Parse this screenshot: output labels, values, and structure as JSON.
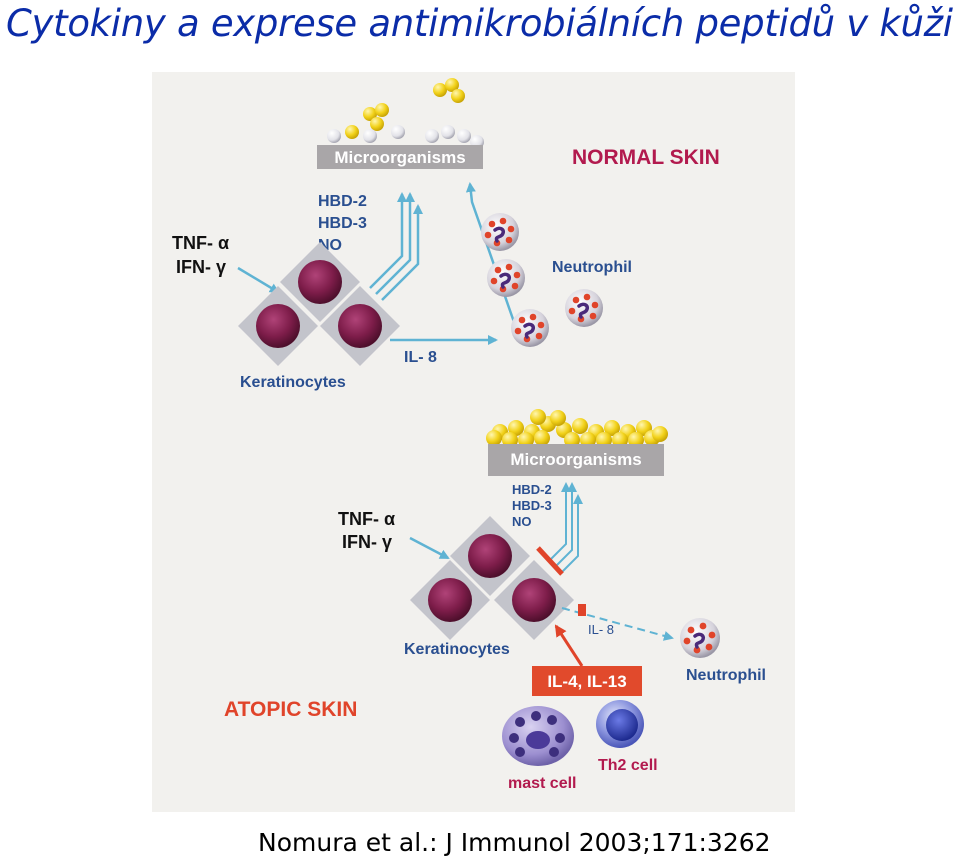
{
  "slide": {
    "title": "Cytokiny a exprese antimikrobiálních peptidů v kůži",
    "citation": "Nomura et al.: J Immunol 2003;171:3262"
  },
  "normal": {
    "heading": "NORMAL SKIN",
    "microorganisms": "Microorganisms",
    "peptides": [
      "HBD-2",
      "HBD-3",
      "NO"
    ],
    "cytokines": [
      "TNF- α",
      "IFN- γ"
    ],
    "neutrophil": "Neutrophil",
    "il8": "IL- 8",
    "keratinocytes": "Keratinocytes"
  },
  "atopic": {
    "heading": "ATOPIC SKIN",
    "microorganisms": "Microorganisms",
    "peptides": [
      "HBD-2",
      "HBD-3",
      "NO"
    ],
    "cytokines": [
      "TNF- α",
      "IFN- γ"
    ],
    "keratinocytes": "Keratinocytes",
    "il8": "IL- 8",
    "th2_cytokines": "IL-4, IL-13",
    "neutrophil": "Neutrophil",
    "mast_cell": "mast cell",
    "th2_cell": "Th2 cell"
  },
  "colors": {
    "title": "#0b2ca8",
    "panel_background": "#f2f1ee",
    "heading": "#b21a4e",
    "label_blue": "#2a4f90",
    "arrow_blue": "#5fb3d3",
    "inhibitor_red": "#e0442a",
    "th2_box": "#e14a2c",
    "keratinocyte": "#7e1d4a",
    "microbe_yellow": "#f2d21a"
  }
}
